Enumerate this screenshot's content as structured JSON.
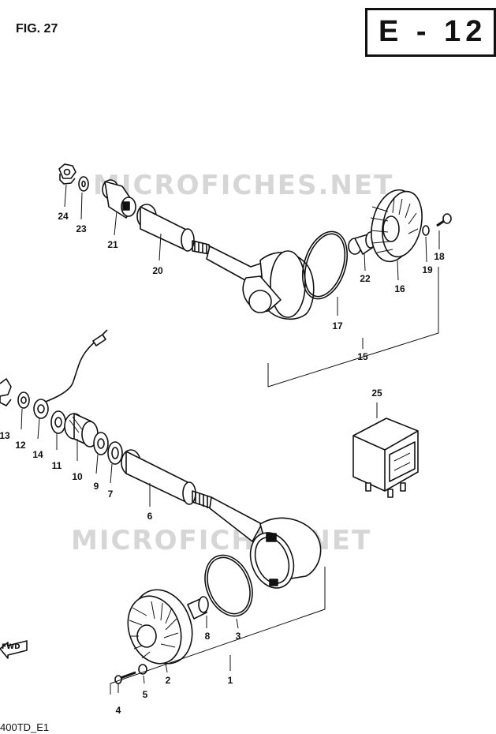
{
  "figure_label": "FIG. 27",
  "section_code": "E - 12",
  "model_code": "400TD_E1",
  "watermark": "MICROFICHES.NET",
  "direction_label": "FWD",
  "upper_callouts": [
    {
      "id": "num-24",
      "text": "24"
    },
    {
      "id": "num-23",
      "text": "23"
    },
    {
      "id": "num-21",
      "text": "21"
    },
    {
      "id": "num-20",
      "text": "20"
    },
    {
      "id": "num-17",
      "text": "17"
    },
    {
      "id": "num-22",
      "text": "22"
    },
    {
      "id": "num-16",
      "text": "16"
    },
    {
      "id": "num-19",
      "text": "19"
    },
    {
      "id": "num-18",
      "text": "18"
    },
    {
      "id": "num-15",
      "text": "15"
    }
  ],
  "lower_callouts": [
    {
      "id": "num-13",
      "text": "13"
    },
    {
      "id": "num-12",
      "text": "12"
    },
    {
      "id": "num-14",
      "text": "14"
    },
    {
      "id": "num-11",
      "text": "11"
    },
    {
      "id": "num-10",
      "text": "10"
    },
    {
      "id": "num-9",
      "text": "9"
    },
    {
      "id": "num-7",
      "text": "7"
    },
    {
      "id": "num-6",
      "text": "6"
    },
    {
      "id": "num-8",
      "text": "8"
    },
    {
      "id": "num-3",
      "text": "3"
    },
    {
      "id": "num-2",
      "text": "2"
    },
    {
      "id": "num-1",
      "text": "1"
    },
    {
      "id": "num-4",
      "text": "4"
    },
    {
      "id": "num-5",
      "text": "5"
    },
    {
      "id": "num-25",
      "text": "25"
    }
  ]
}
